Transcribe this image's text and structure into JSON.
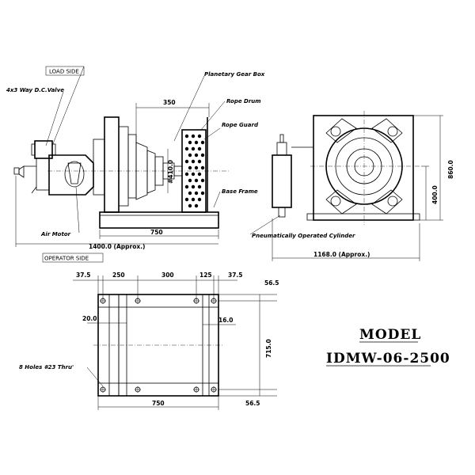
{
  "callouts": {
    "load_side": "LOAD SIDE",
    "operator_side": "OPERATOR SIDE",
    "dc_valve": "4x3 Way D.C.Valve",
    "planetary_gear_box": "Planetary Gear Box",
    "rope_drum": "Rope Drum",
    "rope_guard": "Rope Guard",
    "base_frame": "Base Frame",
    "air_motor": "Air Motor",
    "pneumatic_cylinder": "Pneumatically Operated Cylinder",
    "holes": "8 Holes #23 Thru'"
  },
  "dimensions": {
    "side_350": "350",
    "side_dia": "#410.0",
    "side_750": "750",
    "side_1400": "1400.0 (Approx.)",
    "end_860": "860.0",
    "end_400": "400.0",
    "end_1168": "1168.0 (Approx.)",
    "plan_37_5_left": "37.5",
    "plan_250": "250",
    "plan_300": "300",
    "plan_125": "125",
    "plan_37_5_right": "37.5",
    "plan_56_5_top": "56.5",
    "plan_20": "20.0",
    "plan_16": "16.0",
    "plan_715": "715.0",
    "plan_750": "750",
    "plan_56_5_bottom": "56.5"
  },
  "model": {
    "heading": "MODEL",
    "number": "IDMW-06-2500"
  }
}
